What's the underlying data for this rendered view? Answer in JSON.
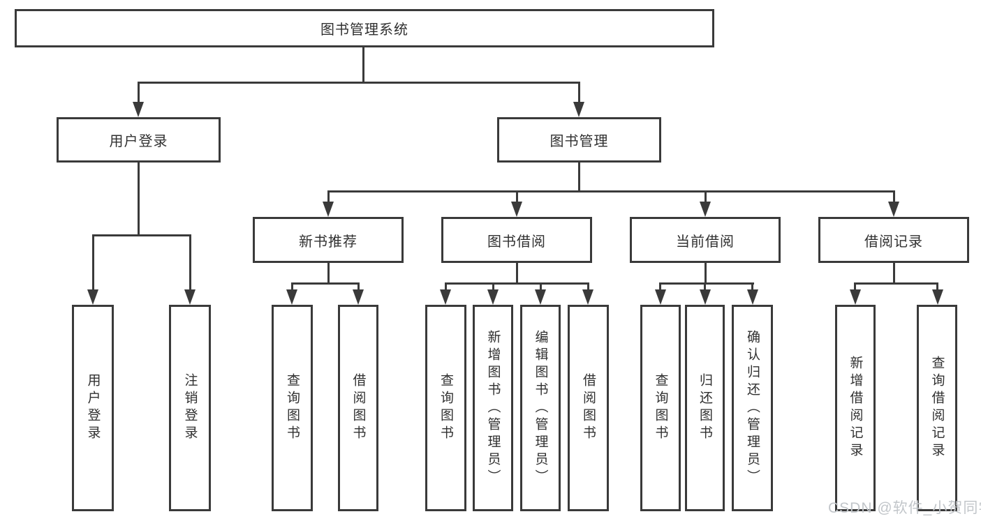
{
  "diagram": {
    "title": "图书管理系统",
    "root": {
      "label": "图书管理系统"
    },
    "level2": [
      {
        "label": "用户登录"
      },
      {
        "label": "图书管理"
      }
    ],
    "level3": [
      {
        "label": "新书推荐"
      },
      {
        "label": "图书借阅"
      },
      {
        "label": "当前借阅"
      },
      {
        "label": "借阅记录"
      }
    ],
    "leaves": [
      {
        "label": "用户登录",
        "parent": "用户登录"
      },
      {
        "label": "注销登录",
        "parent": "用户登录"
      },
      {
        "label": "查询图书",
        "parent": "新书推荐"
      },
      {
        "label": "借阅图书",
        "parent": "新书推荐"
      },
      {
        "label": "查询图书",
        "parent": "图书借阅"
      },
      {
        "label": "新增图书（管理员）",
        "parent": "图书借阅"
      },
      {
        "label": "编辑图书（管理员）",
        "parent": "图书借阅"
      },
      {
        "label": "借阅图书",
        "parent": "图书借阅"
      },
      {
        "label": "查询图书",
        "parent": "当前借阅"
      },
      {
        "label": "归还图书",
        "parent": "当前借阅"
      },
      {
        "label": "确认归还（管理员）",
        "parent": "当前借阅"
      },
      {
        "label": "新增借阅记录",
        "parent": "借阅记录"
      },
      {
        "label": "查询借阅记录",
        "parent": "借阅记录"
      }
    ]
  },
  "watermark": {
    "text": "CSDN @软件_小贺同学"
  },
  "colors": {
    "line": "#3a3a3a",
    "text": "#303030",
    "watermark": "#c2c6ca",
    "background": "#ffffff"
  }
}
